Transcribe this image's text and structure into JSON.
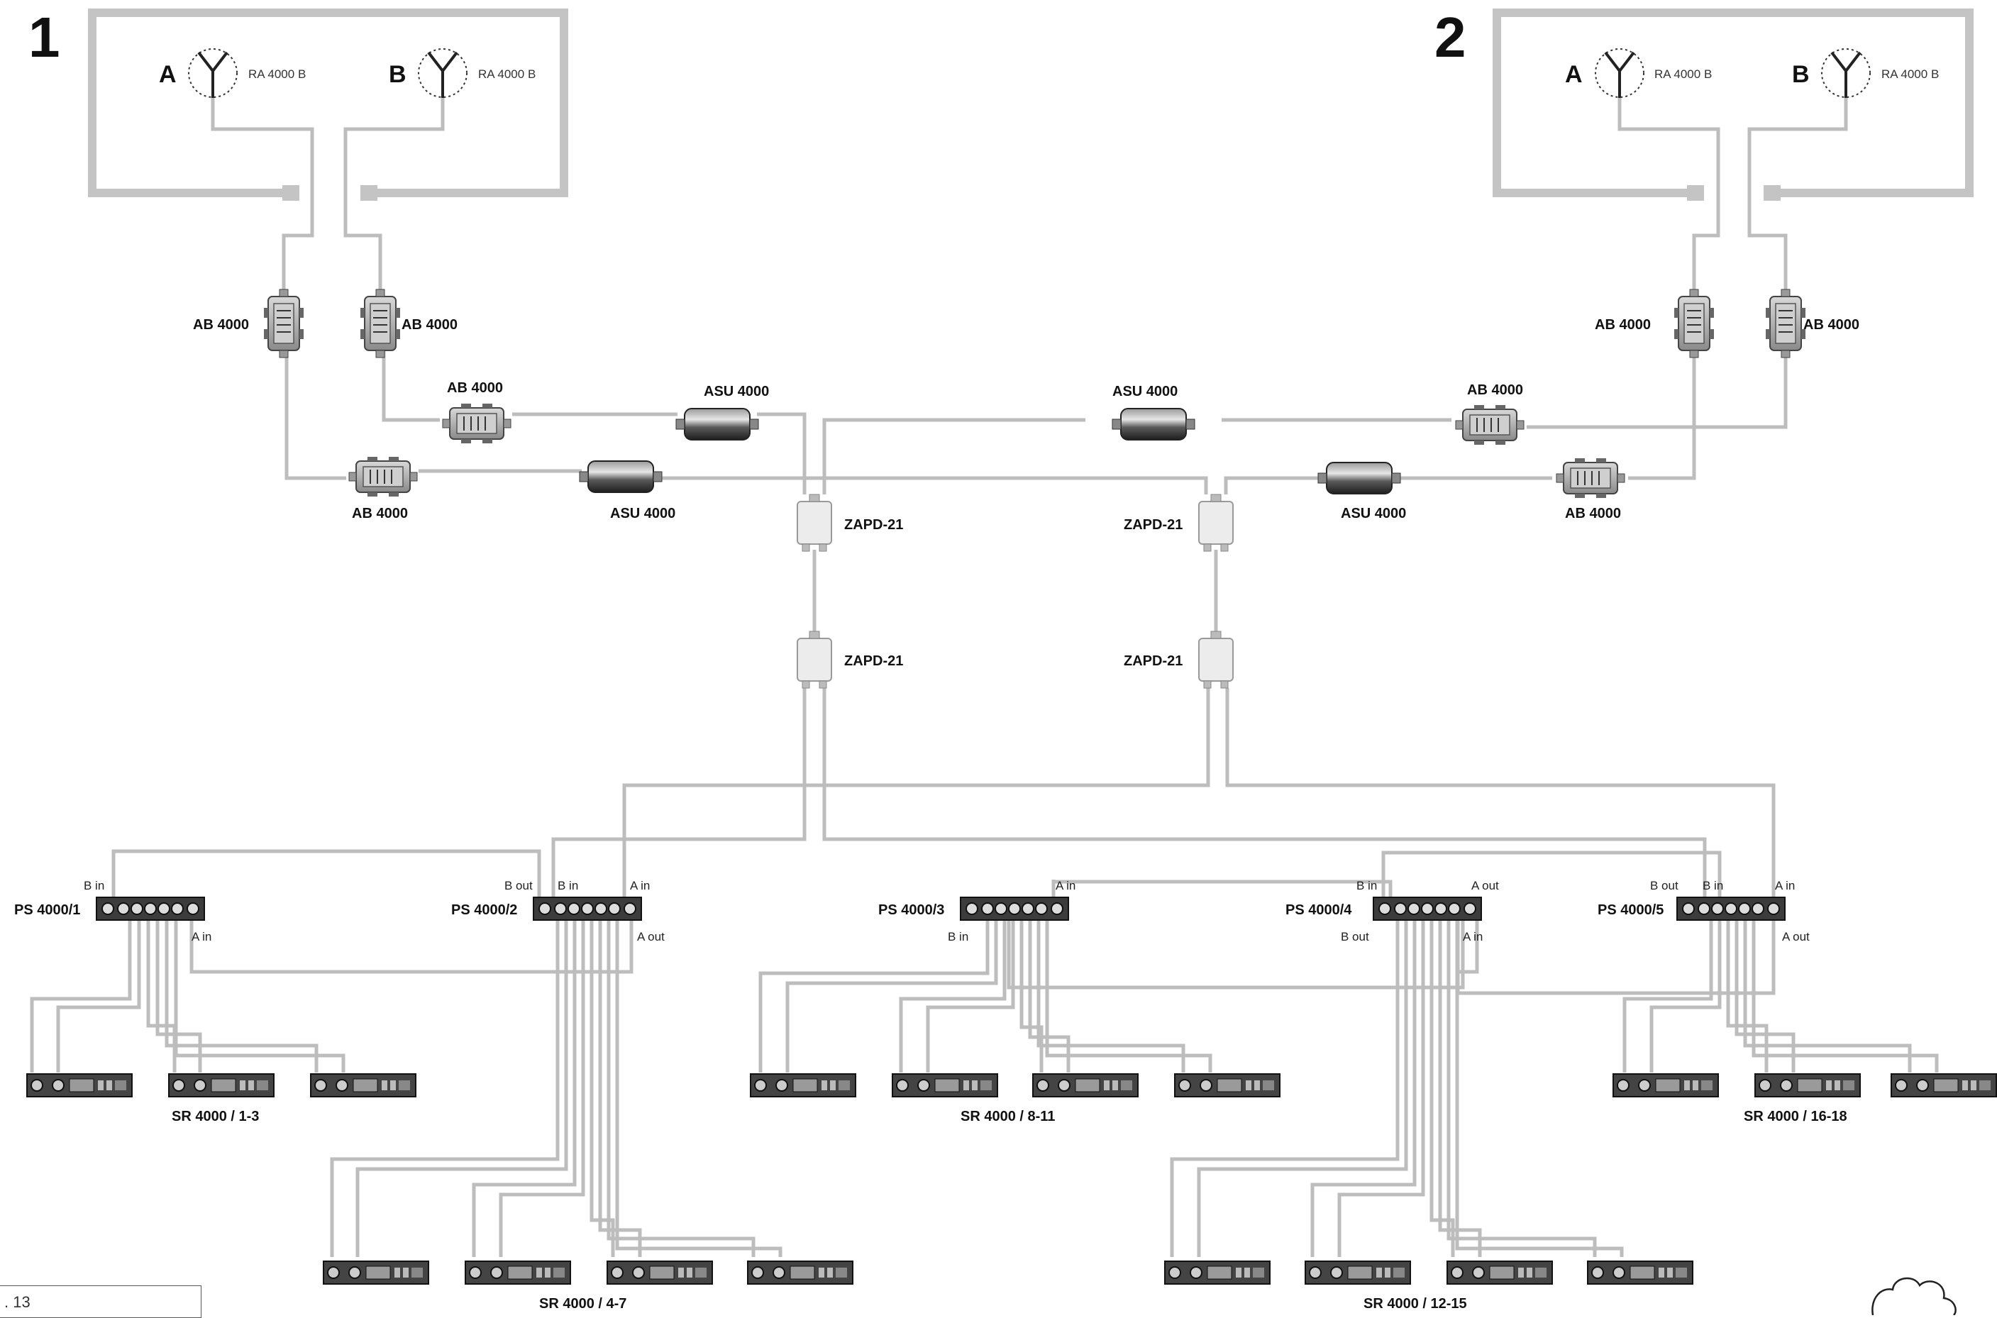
{
  "zones": {
    "zone1": {
      "number": "1",
      "antennaA": {
        "letter": "A",
        "model": "RA 4000 B"
      },
      "antennaB": {
        "letter": "B",
        "model": "RA 4000 B"
      }
    },
    "zone2": {
      "number": "2",
      "antennaA": {
        "letter": "A",
        "model": "RA 4000 B"
      },
      "antennaB": {
        "letter": "B",
        "model": "RA 4000 B"
      }
    }
  },
  "booster_label": "AB 4000",
  "asu_label": "ASU 4000",
  "splitter_label": "ZAPD-21",
  "ps_units": [
    {
      "name": "PS 4000/1",
      "b_in": "B in",
      "a_in": "A in"
    },
    {
      "name": "PS 4000/2",
      "b_out": "B out",
      "b_in": "B in",
      "a_in": "A in",
      "a_out": "A out"
    },
    {
      "name": "PS 4000/3",
      "a_in": "A in",
      "b_in": "B in"
    },
    {
      "name": "PS 4000/4",
      "b_in": "B in",
      "a_out": "A out",
      "b_out": "B out",
      "a_in": "A in"
    },
    {
      "name": "PS 4000/5",
      "b_out": "B out",
      "b_in": "B in",
      "a_in": "A in",
      "a_out": "A out"
    }
  ],
  "receiver_groups": [
    "SR 4000 / 1-3",
    "SR 4000 / 4-7",
    "SR 4000 / 8-11",
    "SR 4000 / 12-15",
    "SR 4000 / 16-18"
  ],
  "figure_caption": ". 13"
}
